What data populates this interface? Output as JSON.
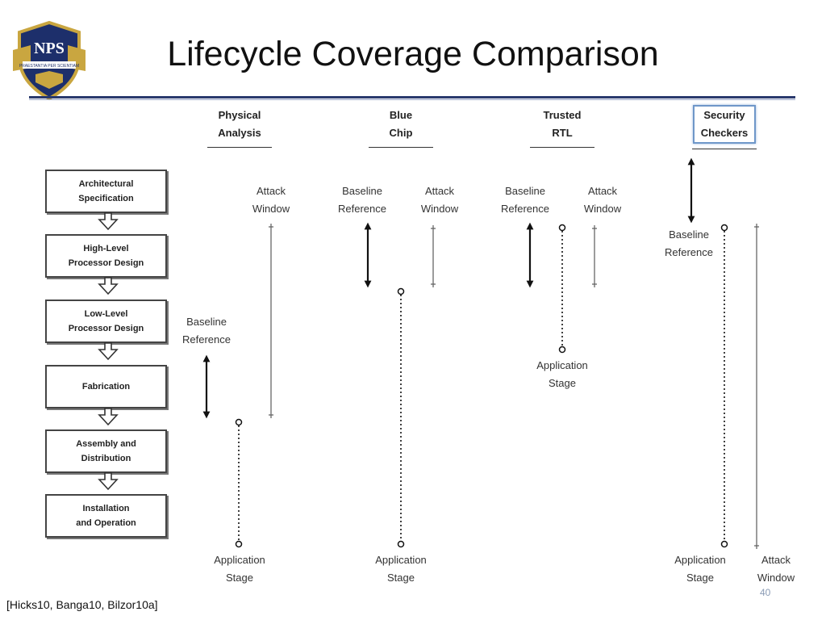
{
  "logo_text": "NPS",
  "logo_motto": "PRAESTANTIA PER SCIENTIAM",
  "title": "Lifecycle Coverage Comparison",
  "columns": [
    {
      "line1": "Physical",
      "line2": "Analysis"
    },
    {
      "line1": "Blue",
      "line2": "Chip"
    },
    {
      "line1": "Trusted",
      "line2": "RTL"
    },
    {
      "line1": "Security",
      "line2": "Checkers"
    }
  ],
  "stages": [
    "Architectural\nSpecification",
    "High-Level\nProcessor Design",
    "Low-Level\nProcessor Design",
    "Fabrication",
    "Assembly and\nDistribution",
    "Installation\nand Operation"
  ],
  "labels": {
    "attack_window": "Attack\nWindow",
    "baseline_reference": "Baseline\nReference",
    "application_stage": "Application\nStage"
  },
  "footer": "[Hicks10, Banga10, Bilzor10a]",
  "page_number": "40",
  "colors": {
    "accent": "#2a3a6e",
    "highlight_box": "#6f97c9",
    "page_number": "#8a9bb5"
  }
}
